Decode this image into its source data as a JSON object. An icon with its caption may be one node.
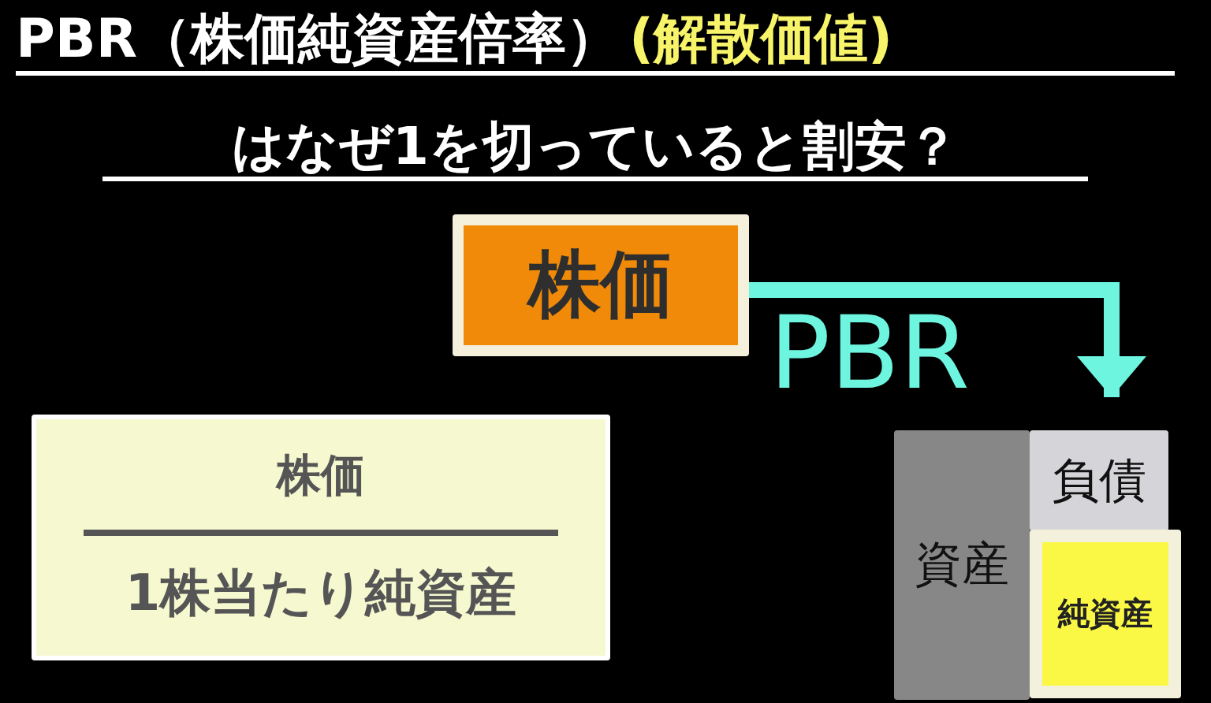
{
  "diagram": {
    "title": "PBR（株価純資産倍率）",
    "nodes": [
      {
        "text": [
          "株価"
        ]
      },
      {
        "text": [
          "株価",
          "1株当たり純資産"
        ]
      },
      {
        "text": [
          "資産"
        ]
      },
      {
        "text": [
          "負債"
        ]
      },
      {
        "text": [
          "純資産"
        ]
      }
    ],
    "edges": [
      {
        "from": 0,
        "to": 3,
        "arrow": "to",
        "label": "PBR",
        "color": "#6ef5e0"
      }
    ],
    "labels": [
      "(解散価値)",
      "はなぜ1を切っていると割安？"
    ]
  }
}
